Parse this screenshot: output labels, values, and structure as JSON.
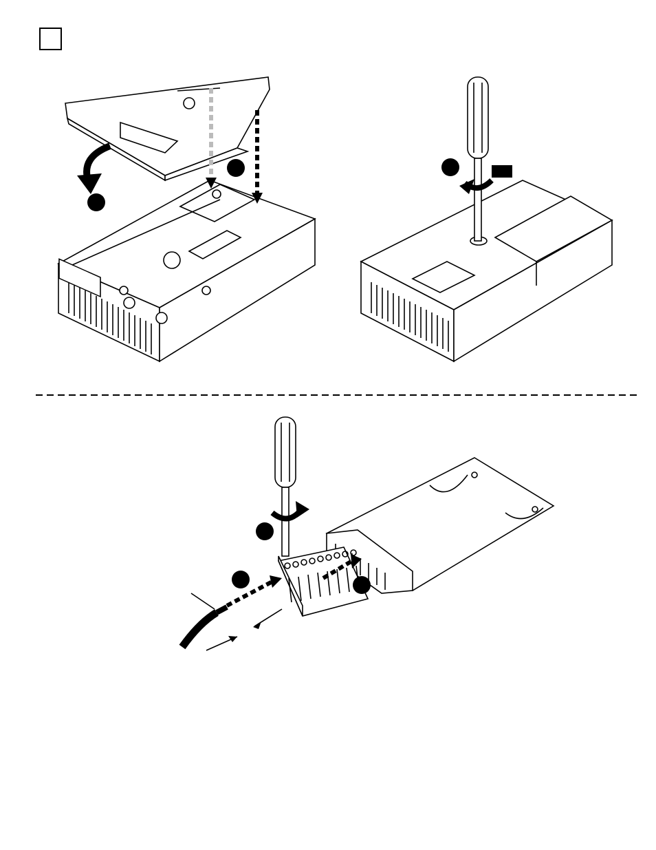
{
  "page": {
    "step_box": "",
    "background": "#ffffff",
    "ink": "#000000"
  },
  "figures": [
    {
      "id": "remove-cover",
      "icons": [
        "cover-icon",
        "drive-base-icon",
        "curved-arrow-icon",
        "dashed-arrow-icon"
      ]
    },
    {
      "id": "fasten-cover",
      "icons": [
        "screwdriver-icon",
        "rotate-arrow-icon",
        "drive-closed-icon"
      ]
    },
    {
      "id": "wire-terminal",
      "icons": [
        "screwdriver-icon",
        "terminal-block-icon",
        "io-card-icon",
        "wire-icon",
        "strip-length-icon"
      ]
    }
  ]
}
